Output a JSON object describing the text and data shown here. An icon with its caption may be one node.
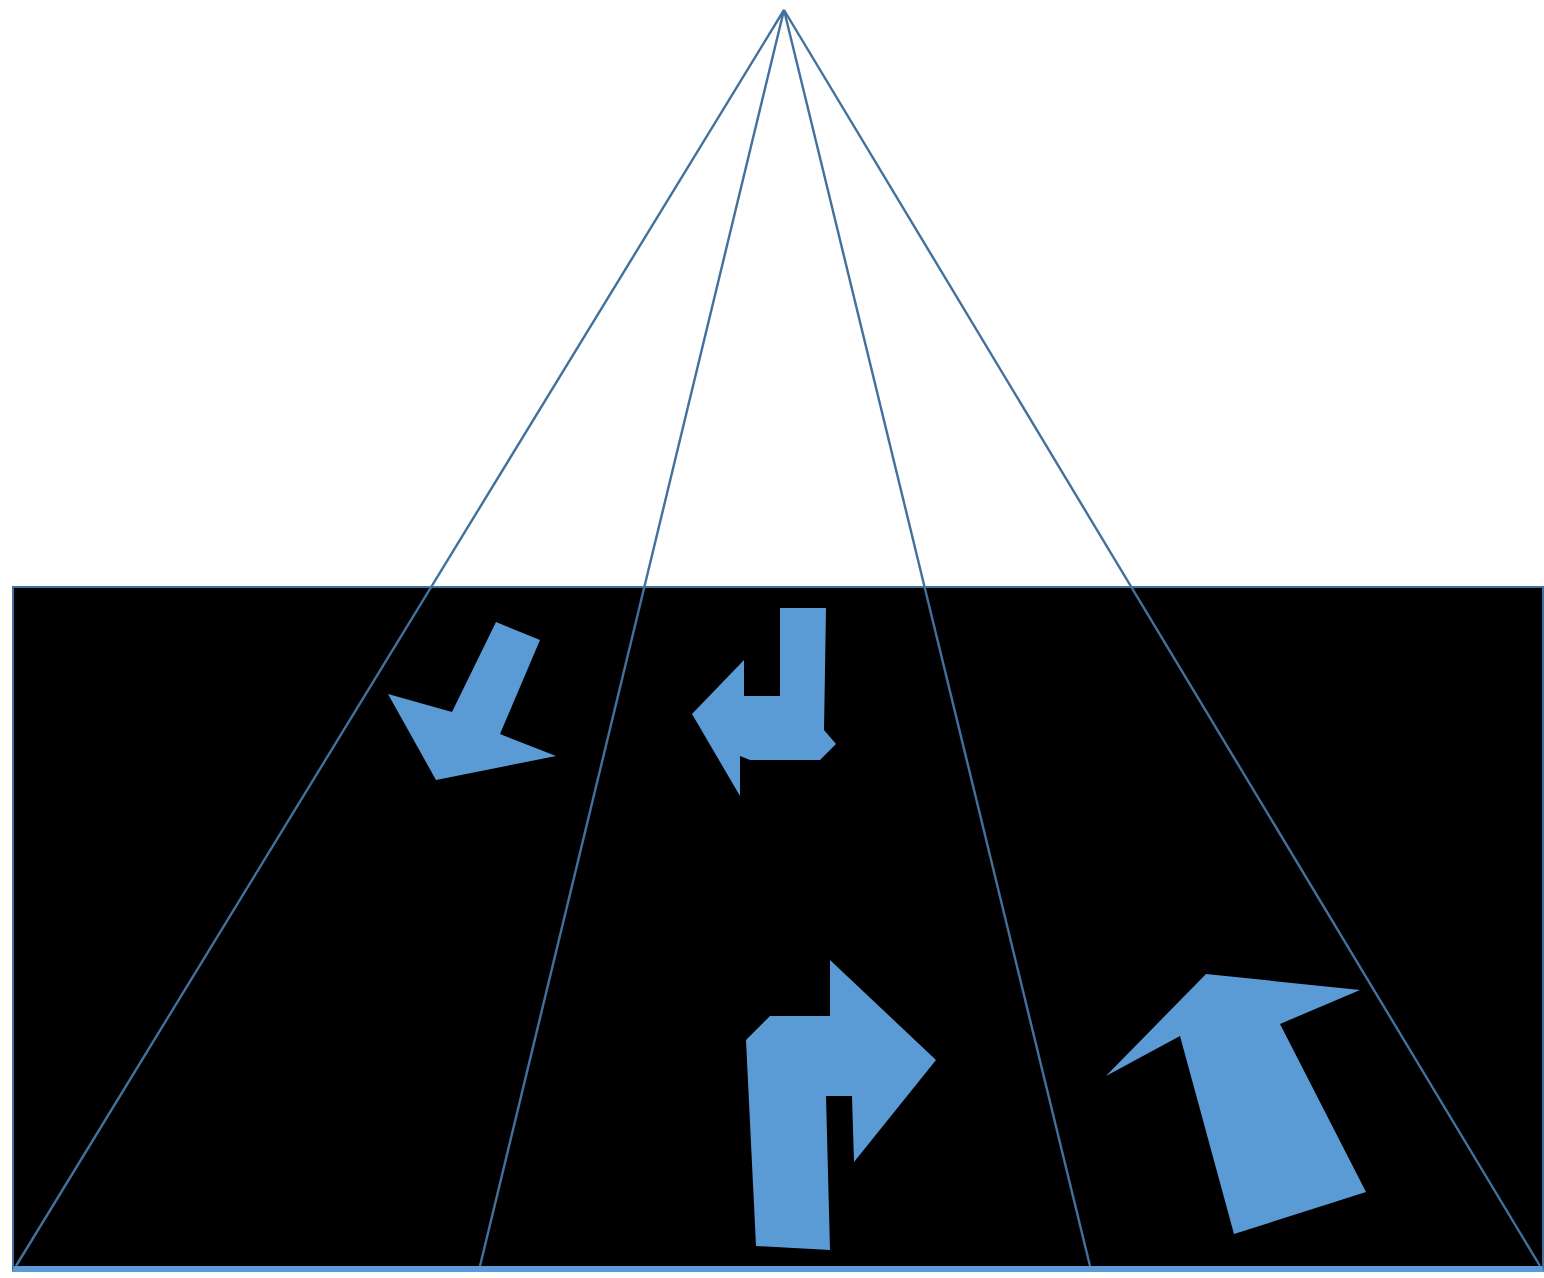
{
  "diagram": {
    "nodes": [
      {
        "text": [],
        "shape": "box"
      },
      {
        "text": [],
        "shape": "arrow",
        "in": 0
      },
      {
        "text": [],
        "shape": "arrow",
        "in": 0
      },
      {
        "text": [],
        "shape": "arrow",
        "in": 0
      },
      {
        "text": [],
        "shape": "arrow",
        "in": 0
      }
    ]
  }
}
